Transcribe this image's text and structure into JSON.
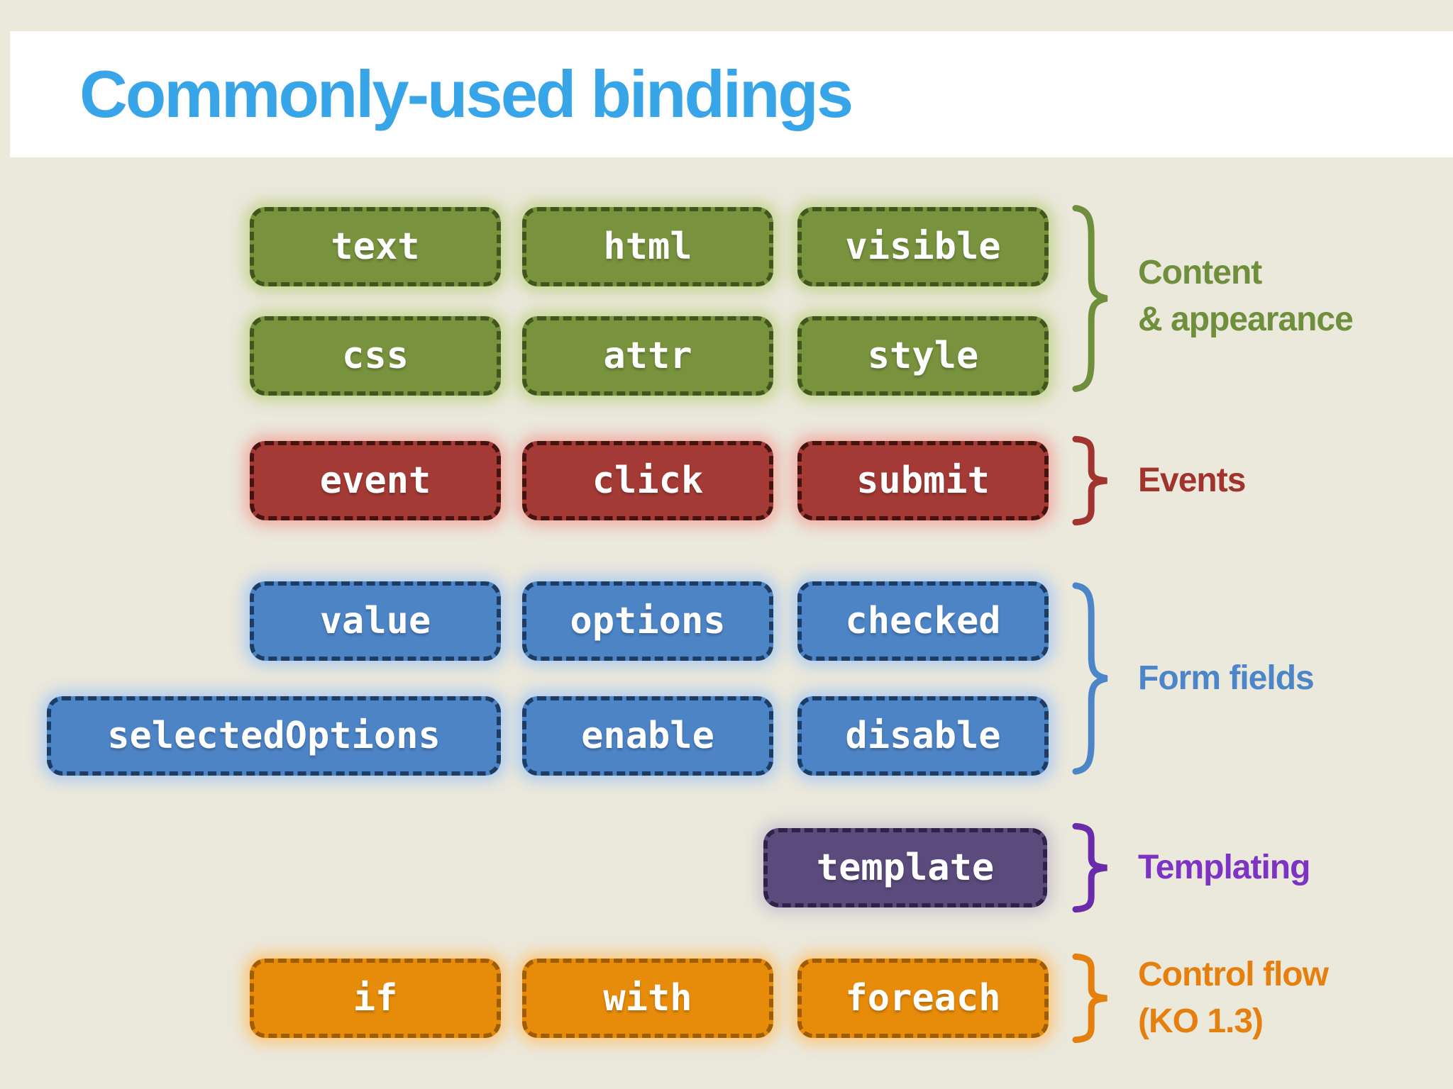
{
  "title": "Commonly-used bindings",
  "colors": {
    "background": "#ebe8dc",
    "header_band": "#fefefe",
    "title_blue": "#39a5e9",
    "green": {
      "fill": "#78923e",
      "border": "#41561d",
      "label": "#6f8f3c"
    },
    "red": {
      "fill": "#a43a35",
      "border": "#441310",
      "label": "#a23430"
    },
    "blue": {
      "fill": "#4d84c6",
      "border": "#1d3c63",
      "label": "#4d86c8"
    },
    "purple": {
      "fill": "#5a4b7c",
      "border": "#2d2248",
      "label": "#7d33c4"
    },
    "orange": {
      "fill": "#e78b0a",
      "border": "#9f5c03",
      "label": "#e5800f"
    }
  },
  "groups": [
    {
      "id": "content-appearance",
      "color": "green",
      "label_lines": [
        "Content",
        "& appearance"
      ],
      "rows": [
        [
          "text",
          "html",
          "visible"
        ],
        [
          "css",
          "attr",
          "style"
        ]
      ]
    },
    {
      "id": "events",
      "color": "red",
      "label_lines": [
        "Events"
      ],
      "rows": [
        [
          "event",
          "click",
          "submit"
        ]
      ]
    },
    {
      "id": "form-fields",
      "color": "blue",
      "label_lines": [
        "Form fields"
      ],
      "rows": [
        [
          "value",
          "options",
          "checked"
        ],
        [
          "selectedOptions",
          "enable",
          "disable"
        ]
      ]
    },
    {
      "id": "templating",
      "color": "purple",
      "label_lines": [
        "Templating"
      ],
      "rows": [
        [
          "template"
        ]
      ]
    },
    {
      "id": "control-flow",
      "color": "orange",
      "label_lines": [
        "Control flow",
        "(KO 1.3)"
      ],
      "rows": [
        [
          "if",
          "with",
          "foreach"
        ]
      ]
    }
  ]
}
